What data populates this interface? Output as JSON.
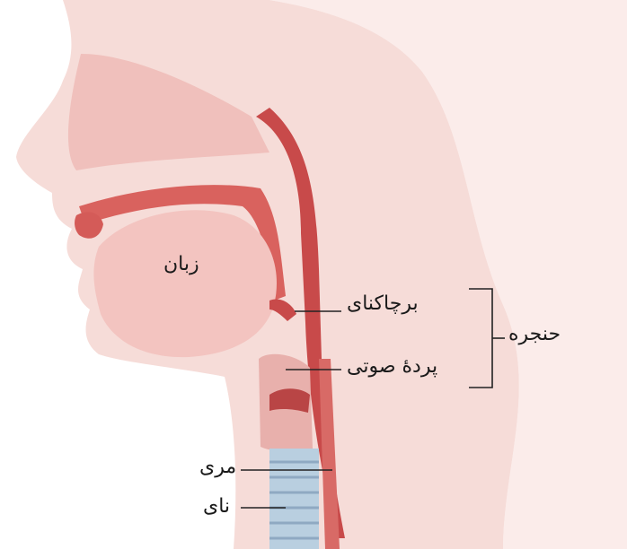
{
  "diagram": {
    "labels": {
      "tongue": "زبان",
      "epiglottis": "برچاکنای",
      "larynx": "حنجره",
      "vocal_cords": "پردهٔ صوتی",
      "esophagus": "مری",
      "trachea": "نای"
    },
    "colors": {
      "skin": "#f6dcd8",
      "tissue": "#e8a8a4",
      "airway_red": "#c84a4a",
      "trachea_blue": "#b9cfe0",
      "line": "#222222"
    }
  }
}
